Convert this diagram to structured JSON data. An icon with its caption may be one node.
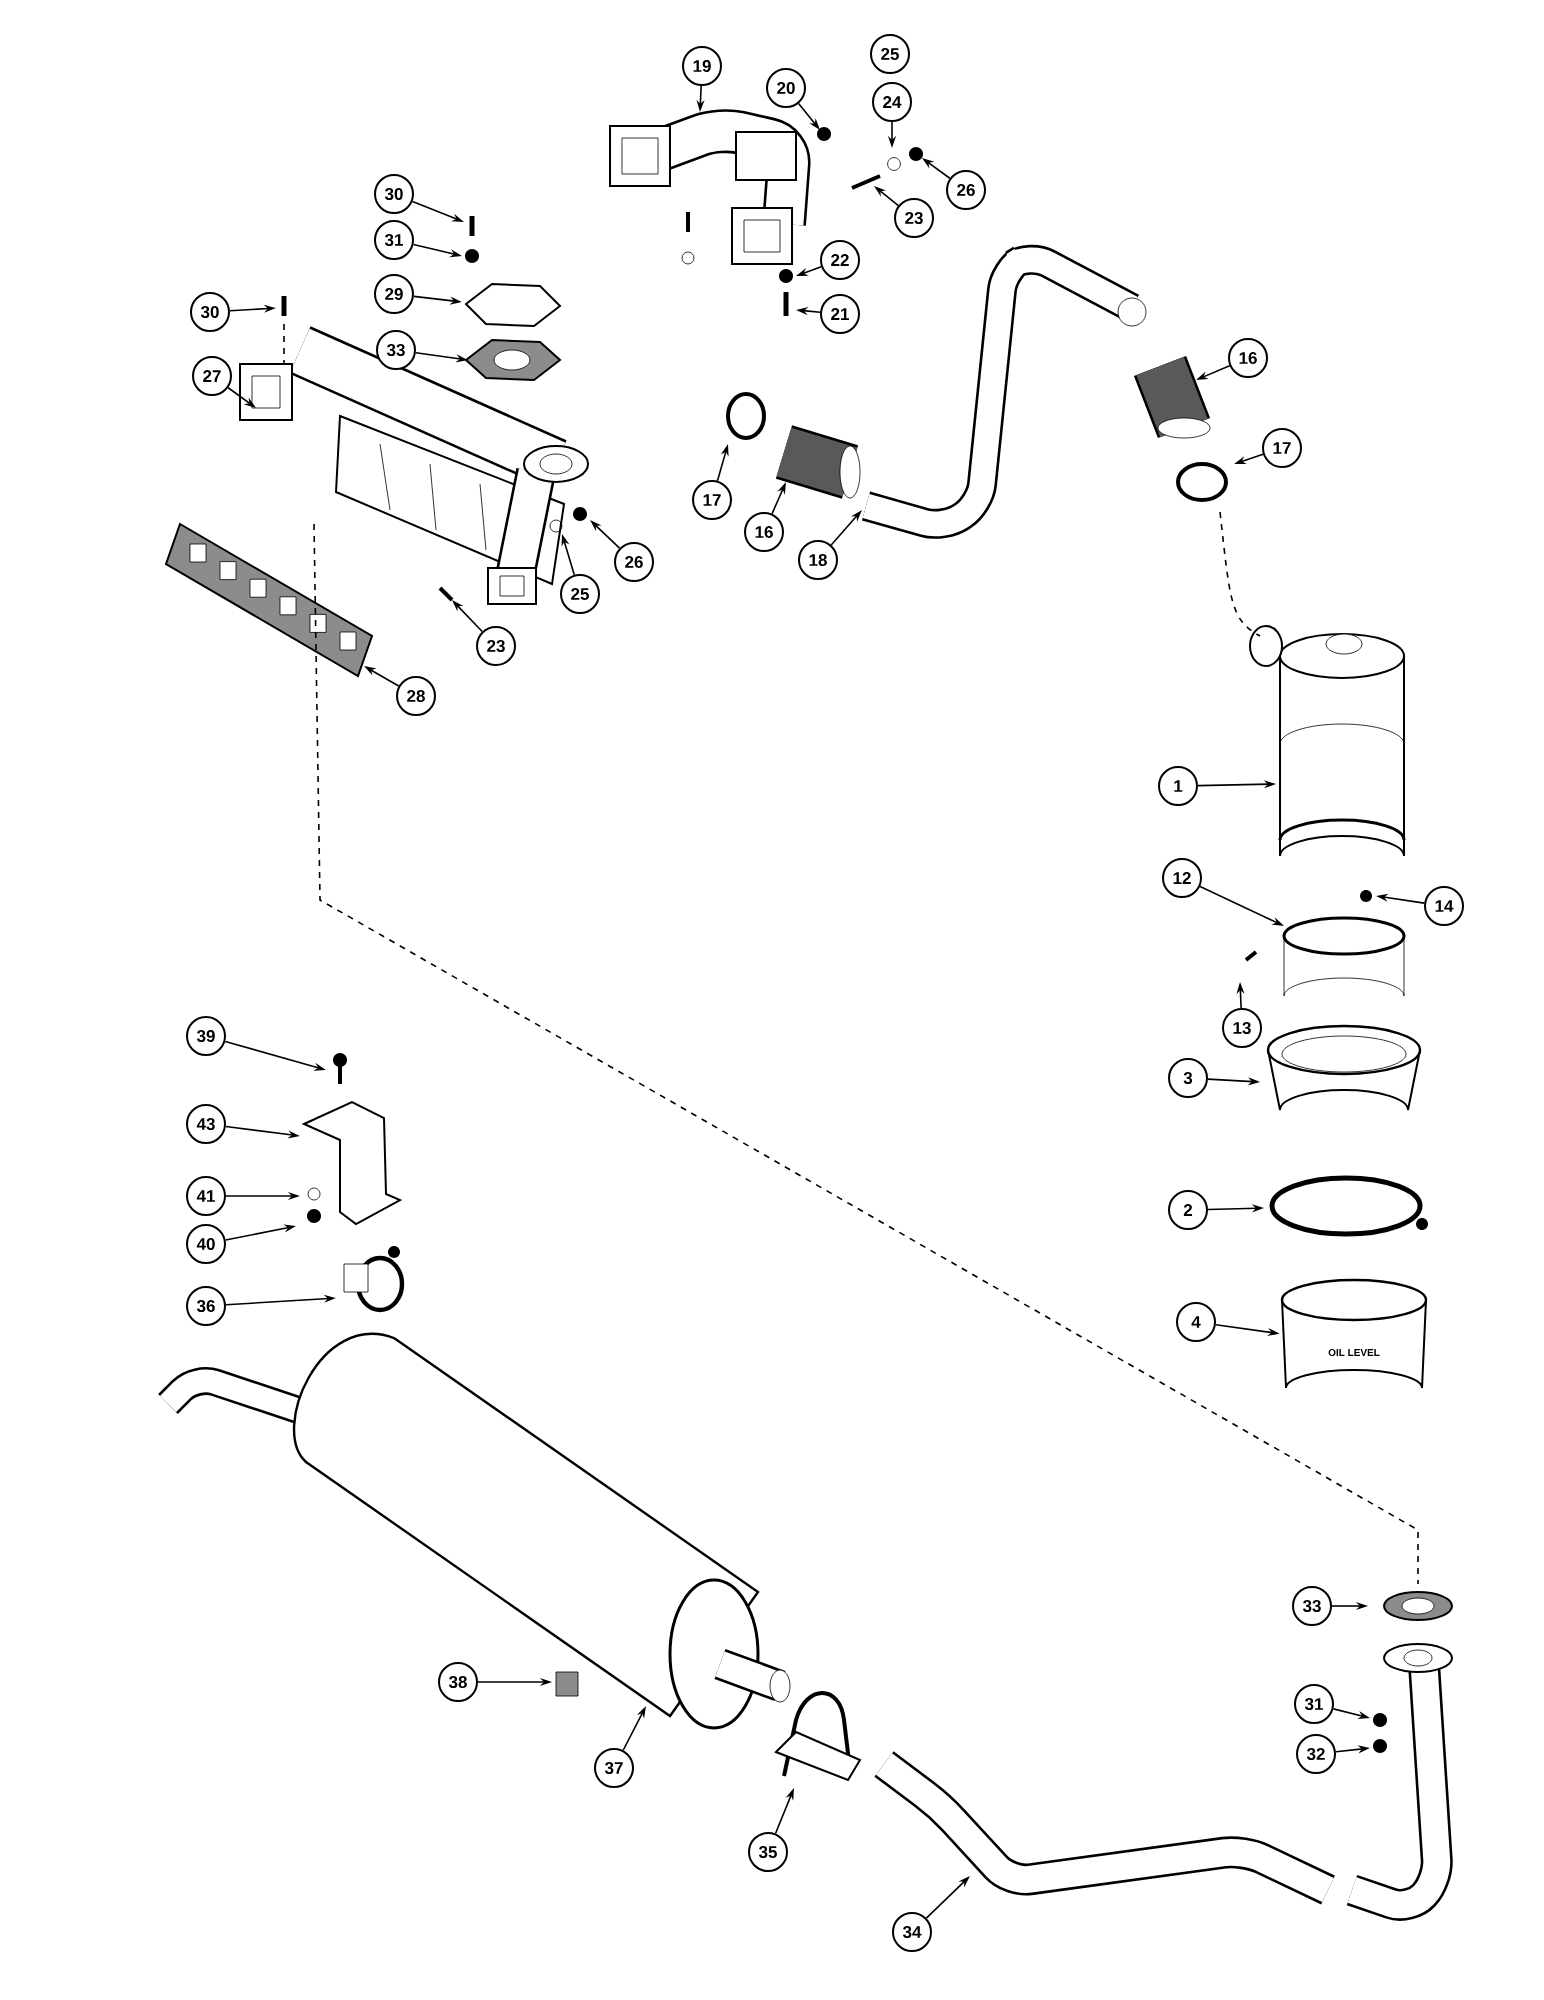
{
  "diagram": {
    "nodes": [
      {
        "text": [
          "25"
        ]
      },
      {
        "text": [
          "19"
        ]
      },
      {
        "text": [
          "20"
        ]
      },
      {
        "text": [
          "24"
        ]
      },
      {
        "text": [
          "26"
        ]
      },
      {
        "text": [
          "30"
        ]
      },
      {
        "text": [
          "23"
        ]
      },
      {
        "text": [
          "31"
        ]
      },
      {
        "text": [
          "22"
        ]
      },
      {
        "text": [
          "29"
        ]
      },
      {
        "text": [
          "30"
        ]
      },
      {
        "text": [
          "21"
        ]
      },
      {
        "text": [
          "33"
        ]
      },
      {
        "text": [
          "16"
        ]
      },
      {
        "text": [
          "27"
        ]
      },
      {
        "text": [
          "17"
        ]
      },
      {
        "text": [
          "17"
        ]
      },
      {
        "text": [
          "16"
        ]
      },
      {
        "text": [
          "18"
        ]
      },
      {
        "text": [
          "26"
        ]
      },
      {
        "text": [
          "25"
        ]
      },
      {
        "text": [
          "23"
        ]
      },
      {
        "text": [
          "28"
        ]
      },
      {
        "text": [
          "1"
        ]
      },
      {
        "text": [
          "12"
        ]
      },
      {
        "text": [
          "14"
        ]
      },
      {
        "text": [
          "13"
        ]
      },
      {
        "text": [
          "39"
        ]
      },
      {
        "text": [
          "3"
        ]
      },
      {
        "text": [
          "43"
        ]
      },
      {
        "text": [
          "41"
        ]
      },
      {
        "text": [
          "2"
        ]
      },
      {
        "text": [
          "40"
        ]
      },
      {
        "text": [
          "36"
        ]
      },
      {
        "text": [
          "4"
        ]
      },
      {
        "text": [
          "33"
        ]
      },
      {
        "text": [
          "38"
        ]
      },
      {
        "text": [
          "31"
        ]
      },
      {
        "text": [
          "32"
        ]
      },
      {
        "text": [
          "37"
        ]
      },
      {
        "text": [
          "35"
        ]
      },
      {
        "text": [
          "34"
        ]
      },
      {
        "text": [
          "OIL LEVEL"
        ]
      }
    ],
    "edges": [
      {
        "from": 1,
        "to": null,
        "arrow": "to"
      },
      {
        "from": 2,
        "to": null,
        "arrow": "to"
      },
      {
        "from": 3,
        "to": null,
        "arrow": "to"
      },
      {
        "from": 4,
        "to": null,
        "arrow": "to"
      },
      {
        "from": 5,
        "to": null,
        "arrow": "to"
      },
      {
        "from": 6,
        "to": null,
        "arrow": "to"
      },
      {
        "from": 7,
        "to": null,
        "arrow": "to"
      },
      {
        "from": 8,
        "to": null,
        "arrow": "to"
      },
      {
        "from": 9,
        "to": null,
        "arrow": "to"
      },
      {
        "from": 10,
        "to": null,
        "arrow": "to"
      },
      {
        "from": 11,
        "to": null,
        "arrow": "to"
      },
      {
        "from": 12,
        "to": null,
        "arrow": "to"
      },
      {
        "from": 13,
        "to": null,
        "arrow": "to"
      },
      {
        "from": 14,
        "to": null,
        "arrow": "to"
      },
      {
        "from": 15,
        "to": null,
        "arrow": "to"
      },
      {
        "from": 16,
        "to": null,
        "arrow": "to"
      },
      {
        "from": 17,
        "to": null,
        "arrow": "to"
      },
      {
        "from": 18,
        "to": null,
        "arrow": "to"
      },
      {
        "from": 19,
        "to": null,
        "arrow": "to"
      },
      {
        "from": 20,
        "to": null,
        "arrow": "to"
      },
      {
        "from": 21,
        "to": null,
        "arrow": "to"
      },
      {
        "from": 22,
        "to": null,
        "arrow": "to"
      },
      {
        "from": 23,
        "to": null,
        "arrow": "to"
      },
      {
        "from": 24,
        "to": null,
        "arrow": "to"
      },
      {
        "from": 25,
        "to": null,
        "arrow": "to"
      },
      {
        "from": 26,
        "to": null,
        "arrow": "to"
      },
      {
        "from": 27,
        "to": null,
        "arrow": "to"
      },
      {
        "from": 28,
        "to": null,
        "arrow": "to"
      },
      {
        "from": 29,
        "to": null,
        "arrow": "to"
      },
      {
        "from": 30,
        "to": null,
        "arrow": "to"
      },
      {
        "from": 31,
        "to": null,
        "arrow": "to"
      },
      {
        "from": 32,
        "to": null,
        "arrow": "to"
      },
      {
        "from": 33,
        "to": null,
        "arrow": "to"
      },
      {
        "from": 34,
        "to": 42,
        "arrow": "to"
      },
      {
        "from": 35,
        "to": null,
        "arrow": "to"
      },
      {
        "from": 36,
        "to": null,
        "arrow": "to"
      },
      {
        "from": 37,
        "to": null,
        "arrow": "to"
      },
      {
        "from": 38,
        "to": null,
        "arrow": "to"
      },
      {
        "from": 39,
        "to": null,
        "arrow": "to"
      },
      {
        "from": 40,
        "to": null,
        "arrow": "to"
      },
      {
        "from": 41,
        "to": null,
        "arrow": "to"
      }
    ]
  }
}
